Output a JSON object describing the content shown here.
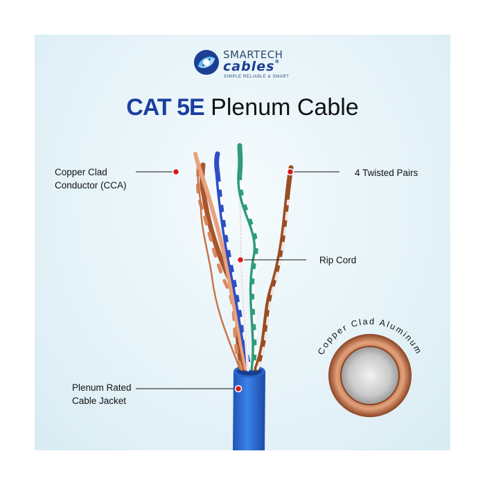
{
  "logo": {
    "name_top": "SMARTECH",
    "name_main": "cables",
    "registered": "®",
    "tagline": "SIMPLE RELIABLE & SMART"
  },
  "title": {
    "brand": "CAT 5E",
    "rest": "Plenum Cable"
  },
  "callouts": {
    "conductor_line1": "Copper Clad",
    "conductor_line2": "Conductor (CCA)",
    "pairs": "4 Twisted Pairs",
    "rip_cord": "Rip Cord",
    "jacket_line1": "Plenum Rated",
    "jacket_line2": "Cable Jacket"
  },
  "badge": {
    "ring_text": "Copper Clad Aluminum"
  },
  "colors": {
    "brand_blue": "#1b3f9e",
    "jacket_blue": "#2f6fd6",
    "copper": "#b8673c",
    "pair_green": "#2e9c78",
    "pair_blue": "#2d4fc4",
    "pair_orange": "#e0916a",
    "marker_red": "#d7191e"
  },
  "icons": {
    "logo_mark": "swirl-globe-icon",
    "callout_marker": "red-dot-icon"
  }
}
